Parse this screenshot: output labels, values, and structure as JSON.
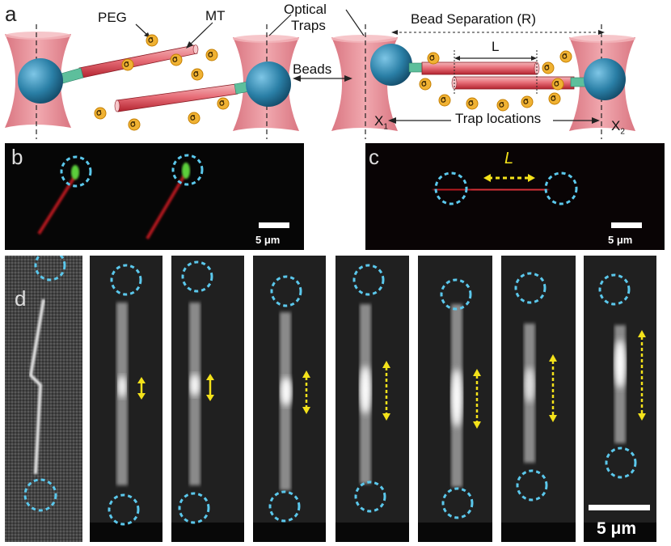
{
  "panel_a": {
    "letter": "a",
    "labels": {
      "peg": "PEG",
      "mt": "MT",
      "optical_traps_1": "Optical",
      "optical_traps_2": "Traps",
      "beads": "Beads",
      "bead_separation": "Bead Separation (R)",
      "length": "L",
      "trap_locations": "Trap locations",
      "x1": "X",
      "x1_sub": "1",
      "x2": "X",
      "x2_sub": "2"
    }
  },
  "panel_b": {
    "letter": "b",
    "scalebar": "5 μm"
  },
  "panel_c": {
    "letter": "c",
    "length_label": "L",
    "scalebar": "5 μm"
  },
  "panel_d": {
    "letter": "d",
    "scalebar": "5 μm",
    "frame_count": 8
  },
  "colors": {
    "trap": "#e58a92",
    "bead": "#2a7fa6",
    "microtubule": "#d9343f",
    "linker": "#5dbf9c",
    "peg": "#e8a317",
    "circle": "#5bc8ec",
    "arrow": "#f4e21a"
  }
}
